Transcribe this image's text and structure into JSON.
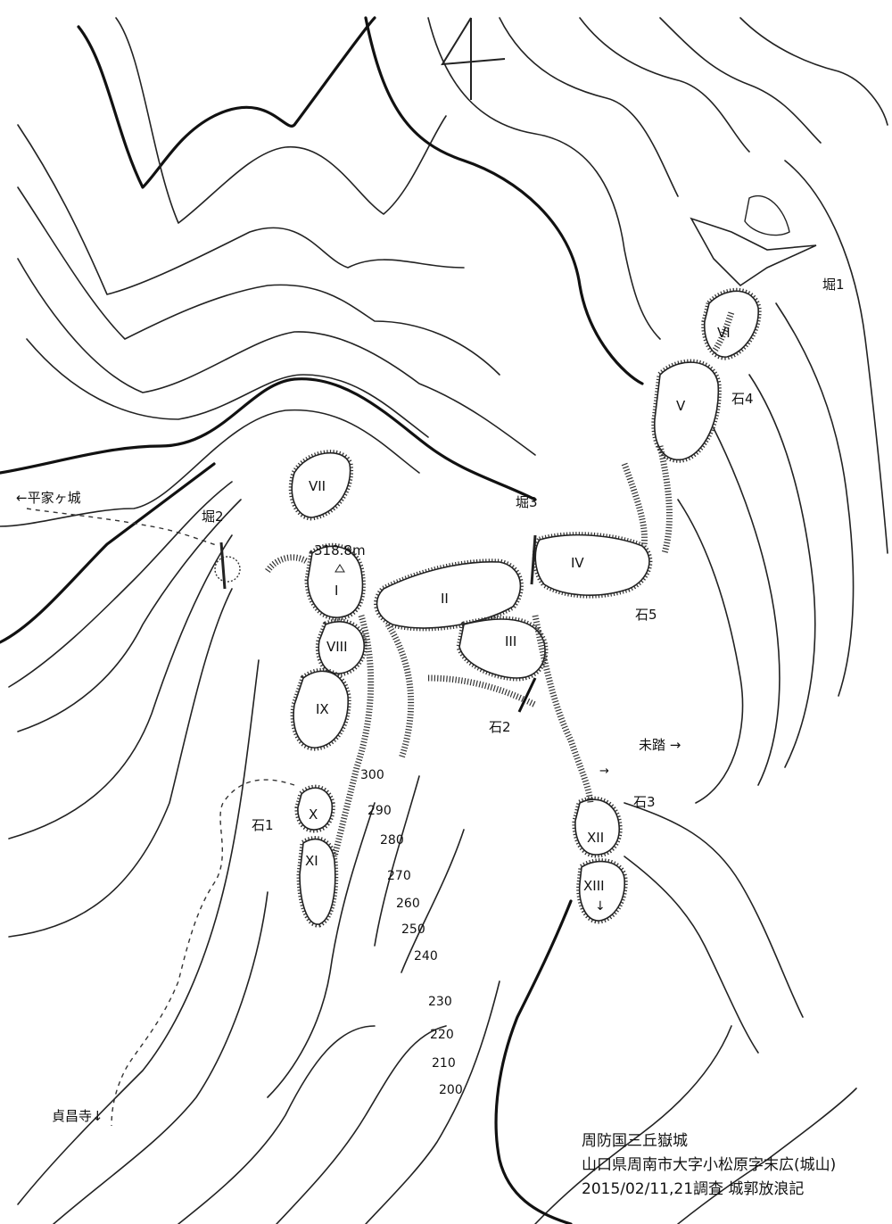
{
  "map": {
    "north_symbol": "4",
    "summit_elevation": "318.8m",
    "baileys": [
      {
        "id": "I",
        "label": "I"
      },
      {
        "id": "II",
        "label": "II"
      },
      {
        "id": "III",
        "label": "III"
      },
      {
        "id": "IV",
        "label": "IV"
      },
      {
        "id": "V",
        "label": "V"
      },
      {
        "id": "VI",
        "label": "VI"
      },
      {
        "id": "VII",
        "label": "VII"
      },
      {
        "id": "VIII",
        "label": "VIII"
      },
      {
        "id": "IX",
        "label": "IX"
      },
      {
        "id": "X",
        "label": "X"
      },
      {
        "id": "XI",
        "label": "XI"
      },
      {
        "id": "XII",
        "label": "XII"
      },
      {
        "id": "XIII",
        "label": "XIII"
      }
    ],
    "features": {
      "moat1": "堀1",
      "moat2": "堀2",
      "moat3": "堀3",
      "stone1": "石1",
      "stone2": "石2",
      "stone3": "石3",
      "stone4": "石4",
      "stone5": "石5",
      "unexplored": "未踏 →",
      "arrow_down": "↓",
      "arrow_right": "→"
    },
    "directions": {
      "heike_castle": "←平家ヶ城",
      "teisho_temple": "貞昌寺↓"
    },
    "contour_labels": [
      "300",
      "290",
      "280",
      "270",
      "260",
      "250",
      "240",
      "230",
      "220",
      "210",
      "200"
    ]
  },
  "caption": {
    "castle_name": "周防国三丘嶽城",
    "location": "山口県周南市大字小松原字末広(城山)",
    "survey": "2015/02/11,21調査 城郭放浪記"
  }
}
